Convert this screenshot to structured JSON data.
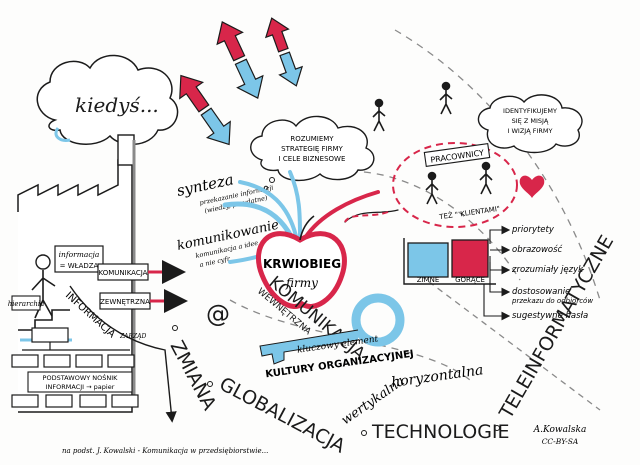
{
  "colors": {
    "red": "#d8264a",
    "blue": "#7cc6e8",
    "ink": "#1b1b1b",
    "gray": "#8a8a8a"
  },
  "cloud_left": "kiedyś...",
  "cloud_top": [
    "ROZUMIEMY",
    "STRATEGIĘ FIRMY",
    "I CELE BIZNESOWE"
  ],
  "cloud_right": [
    "IDENTYFIKUJEMY",
    "SIĘ Z MISJĄ",
    "I WIZJĄ FIRMY"
  ],
  "left": {
    "informacja": [
      "informacja",
      "= WŁADZA"
    ],
    "hierarchia": "hierarchia",
    "komunikacja": "KOMUNIKACJA",
    "zewnetrzna": "ZEWNĘTRZNA",
    "informacja_vert": "INFORMACJA",
    "informacja_sub": "ZARZĄD",
    "nosnik": [
      "PODSTAWOWY NOŚNIK",
      "INFORMACJI → papier"
    ]
  },
  "synteza": {
    "title": "synteza",
    "lines": [
      "przekazanie informacji",
      "(wiedzy, przydatne)"
    ]
  },
  "komunikowanie": {
    "title": "komunikowanie",
    "lines": [
      "komunikacja a idee",
      "a nie cyfr"
    ]
  },
  "apple": {
    "line1": "KRWIOBIEG",
    "line2": "firmy"
  },
  "circle": {
    "pracownicy": "PRACOWNICY",
    "klientami": "TEŻ \" KLIENTAMI\""
  },
  "chart": {
    "bars": [
      "ZIMNE",
      "GORĄCE"
    ]
  },
  "list": [
    "priorytety",
    "obrazowość",
    "zrozumiały język",
    "dostosowanie",
    "przekazu do odbiorców",
    "sugestywne hasła"
  ],
  "at": "@",
  "key": {
    "komunikacja": "KOMUNIKACJA",
    "wewnetrzna": "WEWNĘTRZNA",
    "element": "kluczowy element",
    "kultury": "KULTURY ORGANIZACYJNEJ"
  },
  "horyzontalna": "horyzontalna",
  "wertykalna": "wertykalna",
  "arc_words": [
    "ZMIANA",
    "GLOBALIZACJA",
    "TECHNOLOGIE",
    "TELEINFORMATYCZNE"
  ],
  "signature": [
    "A.Kowalska",
    "CC-BY-SA"
  ],
  "footer": "na podst. J. Kowalski - Komunikacja w przedsiębiorstwie..."
}
